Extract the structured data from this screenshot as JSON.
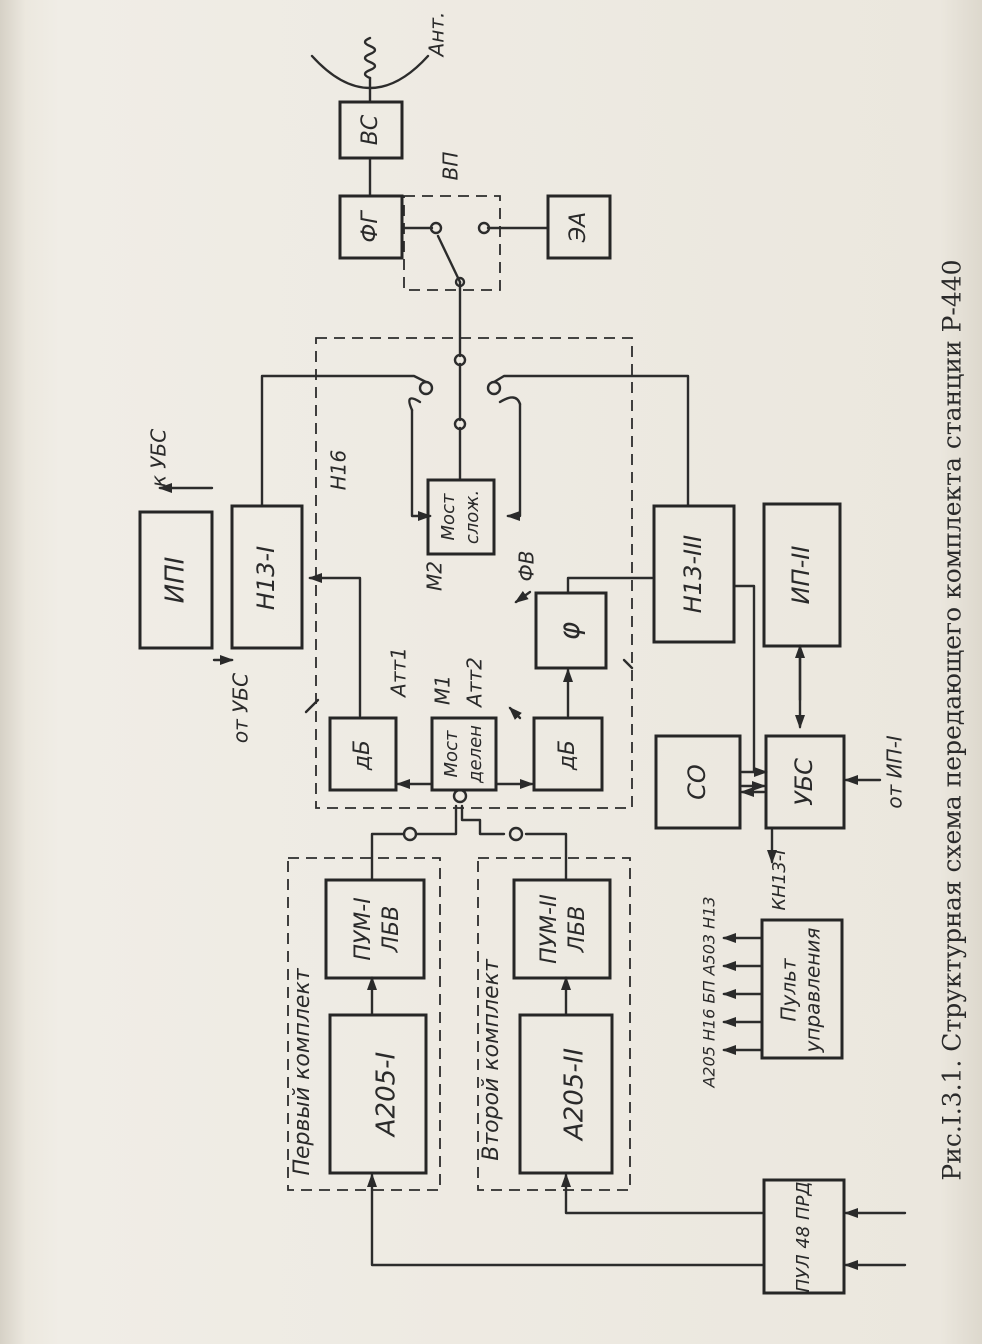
{
  "caption": "Рис.I.3.1. Структурная схема передающего комплекта станции Р-440",
  "groups": {
    "first": "Первый комплект",
    "second": "Второй комплект",
    "n16": "Н16"
  },
  "blocks": {
    "a205_1": "А205-I",
    "pum_1": [
      "ПУМ-I",
      "ЛБВ"
    ],
    "a205_2": "А205-II",
    "pum_2": [
      "ПУМ-II",
      "ЛБВ"
    ],
    "db1": "дБ",
    "db2": "дБ",
    "bridge_div": [
      "Мост",
      "делен"
    ],
    "phi": "φ",
    "bridge_sum": [
      "Мост",
      "слож."
    ],
    "n13_1": "Н13-I",
    "n13_3": "Н13-III",
    "ip1": "ИПI",
    "ip2": "ИП-II",
    "ubs": "УБС",
    "so": "СО",
    "pul48": "ПУЛ 48 ПРД",
    "pult": [
      "Пульт",
      "управления"
    ],
    "fg": "ФГ",
    "vs": "ВС",
    "ea": "ЭА"
  },
  "labels": {
    "att1": "Атт1",
    "att2": "Атт2",
    "m1": "М1",
    "m2": "М2",
    "fv": "ФВ",
    "vp": "ВП",
    "ant": "Ант.",
    "to_ubs": "к УБС",
    "from_ubs": "от УБС",
    "from_ip1": "от ИП-I",
    "kn13": "КН13-I",
    "pult_outputs": "А205 Н16 БП А503 Н13"
  }
}
